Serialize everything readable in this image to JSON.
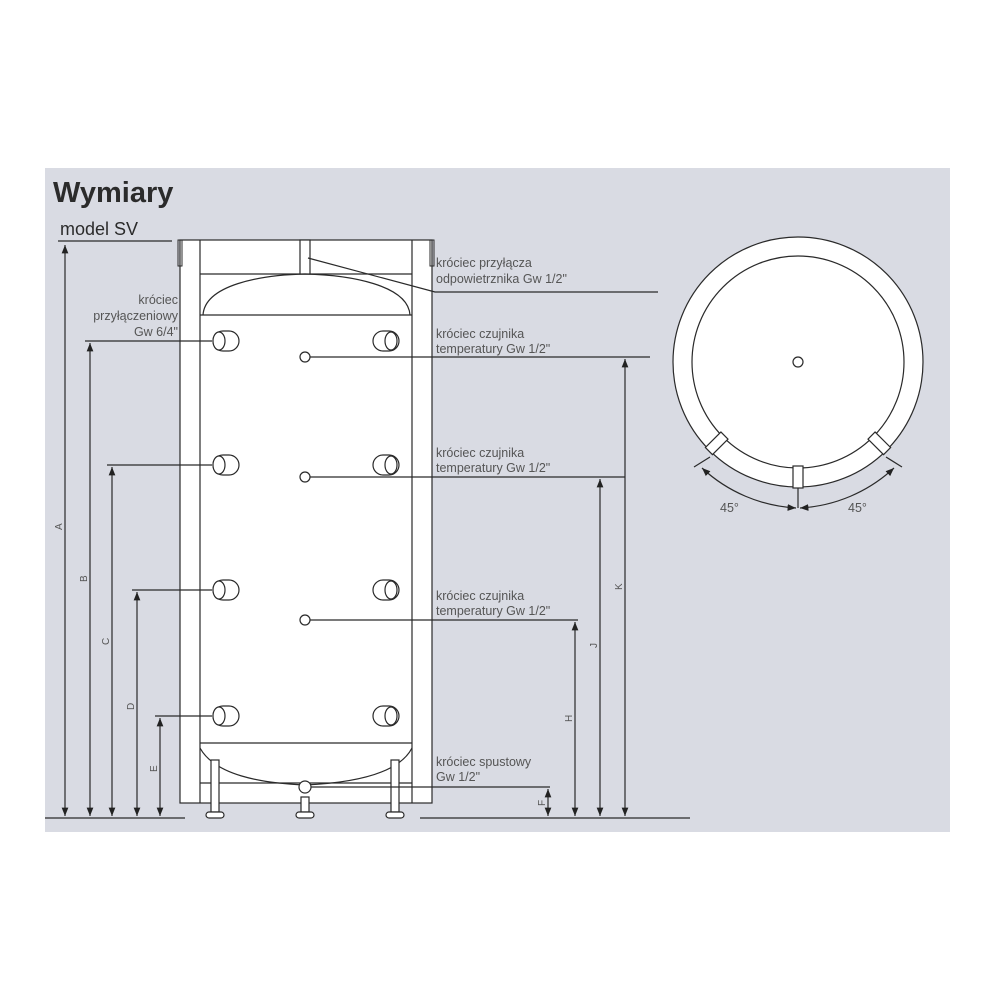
{
  "title": "Wymiary",
  "subtitle": "model SV",
  "labels": {
    "vent": [
      "króciec przyłącza",
      "odpowietrznika Gw 1/2\""
    ],
    "connection": [
      "króciec",
      "przyłączeniowy",
      "Gw 6/4\""
    ],
    "sensor1": [
      "króciec czujnika",
      "temperatury Gw 1/2\""
    ],
    "sensor2": [
      "króciec czujnika",
      "temperatury Gw 1/2\""
    ],
    "sensor3": [
      "króciec czujnika",
      "temperatury Gw 1/2\""
    ],
    "drain": [
      "króciec spustowy",
      "Gw 1/2\""
    ]
  },
  "dimensions": [
    "A",
    "B",
    "C",
    "D",
    "E",
    "F",
    "H",
    "J",
    "K"
  ],
  "angles": [
    "45°",
    "45°"
  ]
}
